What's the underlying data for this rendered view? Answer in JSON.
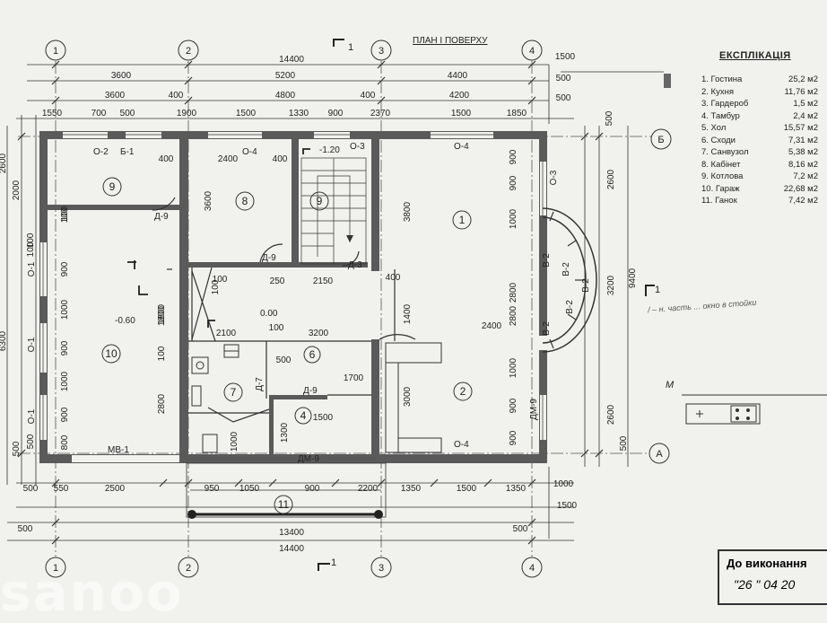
{
  "plan": {
    "title": "ПЛАН І ПОВЕРХУ",
    "section_mark_top": "1",
    "section_mark_bottom": "1",
    "section_mark_right": "1"
  },
  "axes": {
    "columns": [
      "1",
      "2",
      "3",
      "4"
    ],
    "rows": [
      "Б",
      "А"
    ]
  },
  "dims": {
    "top_total": "14400",
    "top_row2": [
      "3600",
      "5200",
      "4400"
    ],
    "top_row3": [
      "3600",
      "400",
      "4800",
      "400",
      "4200"
    ],
    "top_row4": [
      "1550",
      "700",
      "500",
      "1900",
      "1500",
      "1330",
      "900",
      "2370",
      "1500",
      "1850"
    ],
    "top_right": [
      "1500",
      "500",
      "500"
    ],
    "left_outer": [
      "2600",
      "6300"
    ],
    "left_inner": [
      "2000",
      "100",
      "100",
      "1800",
      "100",
      "2800",
      "100",
      "500"
    ],
    "left_col": [
      "100",
      "900",
      "1000",
      "900",
      "1000",
      "900",
      "800",
      "500"
    ],
    "right_outer": "9400",
    "right_mid": [
      "2600",
      "3200",
      "2600"
    ],
    "right_inner": [
      "500",
      "900",
      "900",
      "1000",
      "2800",
      "1000",
      "900",
      "900",
      "500"
    ],
    "bottom_row1": [
      "500",
      "550",
      "2500",
      "950",
      "1050",
      "900",
      "2200",
      "1350",
      "1500",
      "1350"
    ],
    "bottom_row1_right": "1000",
    "bottom_row2_right": "1500",
    "bottom_mid": "13400",
    "bottom_total": "14400",
    "bottom_left": "500",
    "bottom_right_mid": "500"
  },
  "interior_dims": [
    "400",
    "2400",
    "400",
    "3600",
    "3800",
    "100",
    "250",
    "2150",
    "400",
    "2100",
    "100",
    "3200",
    "2400",
    "1400",
    "1800",
    "500",
    "1700",
    "1300",
    "1500",
    "1000",
    "3000",
    "2800",
    "100",
    "2800",
    "1000",
    "100"
  ],
  "levels": {
    "top_stair": "-1.20",
    "hall": "0.00",
    "garage": "-0.60"
  },
  "openings": {
    "windows": [
      "О-2",
      "Б-1",
      "О-4",
      "О-3",
      "О-4",
      "О-3",
      "О-1",
      "О-1",
      "О-1",
      "В-2",
      "В-2",
      "В-2",
      "В-2",
      "В-2",
      "О-4",
      "МВ-1"
    ],
    "doors": [
      "Д-9",
      "Д-9",
      "Д-3",
      "Д-7",
      "Д-9",
      "ДМ-9",
      "ДМ-9"
    ]
  },
  "rooms": [
    "1",
    "2",
    "4",
    "6",
    "7",
    "8",
    "9",
    "9",
    "10",
    "11"
  ],
  "explication": {
    "title": "ЕКСПЛІКАЦІЯ",
    "items": [
      {
        "name": "1. Гостина",
        "area": "25,2 м2"
      },
      {
        "name": "2. Кухня",
        "area": "11,76 м2"
      },
      {
        "name": "3. Гардероб",
        "area": "1,5 м2"
      },
      {
        "name": "4. Тамбур",
        "area": "2,4 м2"
      },
      {
        "name": "5. Хол",
        "area": "15,57 м2"
      },
      {
        "name": "6. Сходи",
        "area": "7,31 м2"
      },
      {
        "name": "7. Санвузол",
        "area": "5,38 м2"
      },
      {
        "name": "8. Кабінет",
        "area": "8,16 м2"
      },
      {
        "name": "9. Котлова",
        "area": "7,2 м2"
      },
      {
        "name": "10. Гараж",
        "area": "22,68 м2"
      },
      {
        "name": "11. Ганок",
        "area": "7,42 м2"
      }
    ]
  },
  "approval": {
    "title": "До виконання",
    "date": "\"26 \" 04 20"
  },
  "handwriting": "/ – н. часть ... окно в стойки",
  "side_mark": "М",
  "watermark": "sanoo"
}
